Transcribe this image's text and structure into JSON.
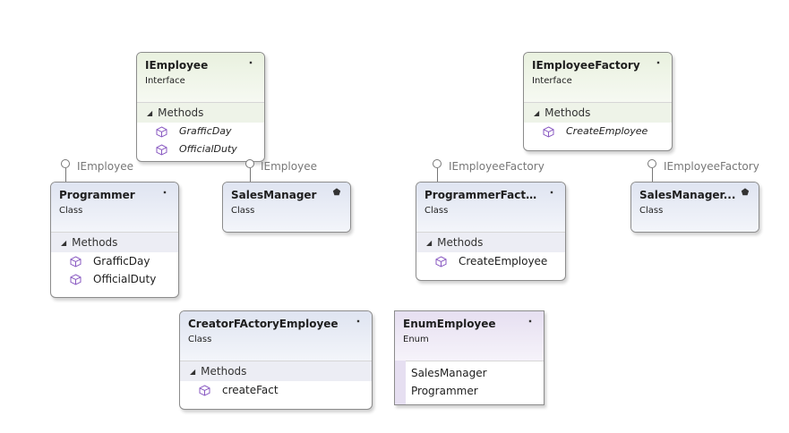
{
  "shapes": {
    "iemployee": {
      "title": "IEmployee",
      "kind": "Interface",
      "section": "Methods",
      "members": [
        "GrafficDay",
        "OfficialDuty"
      ]
    },
    "iemployeefactory": {
      "title": "IEmployeeFactory",
      "kind": "Interface",
      "section": "Methods",
      "members": [
        "CreateEmployee"
      ]
    },
    "programmer": {
      "title": "Programmer",
      "kind": "Class",
      "section": "Methods",
      "members": [
        "GrafficDay",
        "OfficialDuty"
      ],
      "lollipop": "IEmployee"
    },
    "salesmanager": {
      "title": "SalesManager",
      "kind": "Class",
      "lollipop": "IEmployee"
    },
    "programmerfactory": {
      "title": "ProgrammerFactory",
      "kind": "Class",
      "section": "Methods",
      "members": [
        "CreateEmployee"
      ],
      "lollipop": "IEmployeeFactory"
    },
    "salesmanagerfactory": {
      "title": "SalesManager...",
      "kind": "Class",
      "lollipop": "IEmployeeFactory"
    },
    "creatorfactory": {
      "title": "CreatorFActoryEmployee",
      "kind": "Class",
      "section": "Methods",
      "members": [
        "createFact"
      ]
    },
    "enumemployee": {
      "title": "EnumEmployee",
      "kind": "Enum",
      "values": [
        "SalesManager",
        "Programmer"
      ]
    }
  },
  "icons": {
    "collapse": "double-chevron-up-icon",
    "expand": "double-chevron-down-icon",
    "member": "method-cube-icon",
    "section": "section-triangle-icon"
  },
  "colors": {
    "interface_header": "#e9f1df",
    "class_header": "#dfe4f1",
    "enum_header": "#e6dff1",
    "border": "#8c8c8c",
    "method_icon": "#8a5ac2"
  }
}
